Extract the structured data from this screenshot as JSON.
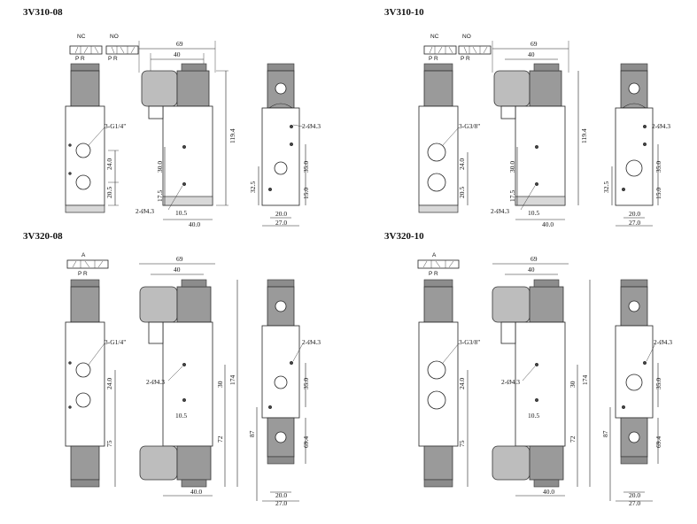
{
  "drawings": [
    {
      "model": "3V310-08",
      "symbol_labels": [
        "NC",
        "NO"
      ],
      "symbol_ports": [
        "P R",
        "P R"
      ],
      "port_callout": "3-G1/4\"",
      "mount_callout": "2-Ø4.3",
      "dims": {
        "d69": "69",
        "d40": "40",
        "d119_4": "119.4",
        "d30": "30.0",
        "d17_5": "17.5",
        "d10_5": "10.5",
        "d40_0": "40.0",
        "d24": "24.0",
        "d20_5": "20.5",
        "d32_5": "32.5",
        "d35": "35.0",
        "d15": "15.0",
        "d20": "20.0",
        "d27": "27.0"
      }
    },
    {
      "model": "3V310-10",
      "symbol_labels": [
        "NC",
        "NO"
      ],
      "symbol_ports": [
        "P R",
        "P R"
      ],
      "port_callout": "3-G3/8\"",
      "mount_callout": "2-Ø4.3",
      "dims": {
        "d69": "69",
        "d40": "40",
        "d119_4": "119.4",
        "d30": "30.0",
        "d17_5": "17.5",
        "d10_5": "10.5",
        "d40_0": "40.0",
        "d24": "24.0",
        "d20_5": "20.5",
        "d32_5": "32.5",
        "d35": "35.0",
        "d15": "15.0",
        "d20": "20.0",
        "d27": "27.0"
      }
    },
    {
      "model": "3V320-08",
      "symbol_labels": [
        "A"
      ],
      "symbol_ports": [
        "P R"
      ],
      "port_callout": "3-G1/4\"",
      "mount_callout": "2-Ø4.3",
      "dims": {
        "d69": "69",
        "d40": "40",
        "d174": "174",
        "d30": "30",
        "d72": "72",
        "d10_5": "10.5",
        "d40_0": "40.0",
        "d24": "24.0",
        "d75": "75",
        "d87": "87",
        "d35": "35.0",
        "d69_4": "69.4",
        "d20": "20.0",
        "d27": "27.0"
      }
    },
    {
      "model": "3V320-10",
      "symbol_labels": [
        "A"
      ],
      "symbol_ports": [
        "P R"
      ],
      "port_callout": "3-G3/8\"",
      "mount_callout": "2-Ø4.3",
      "dims": {
        "d69": "69",
        "d40": "40",
        "d174": "174",
        "d30": "30",
        "d72": "72",
        "d10_5": "10.5",
        "d40_0": "40.0",
        "d24": "24.0",
        "d75": "75",
        "d87": "87",
        "d35": "35.0",
        "d69_4": "69.4",
        "d20": "20.0",
        "d27": "27.0"
      }
    }
  ]
}
